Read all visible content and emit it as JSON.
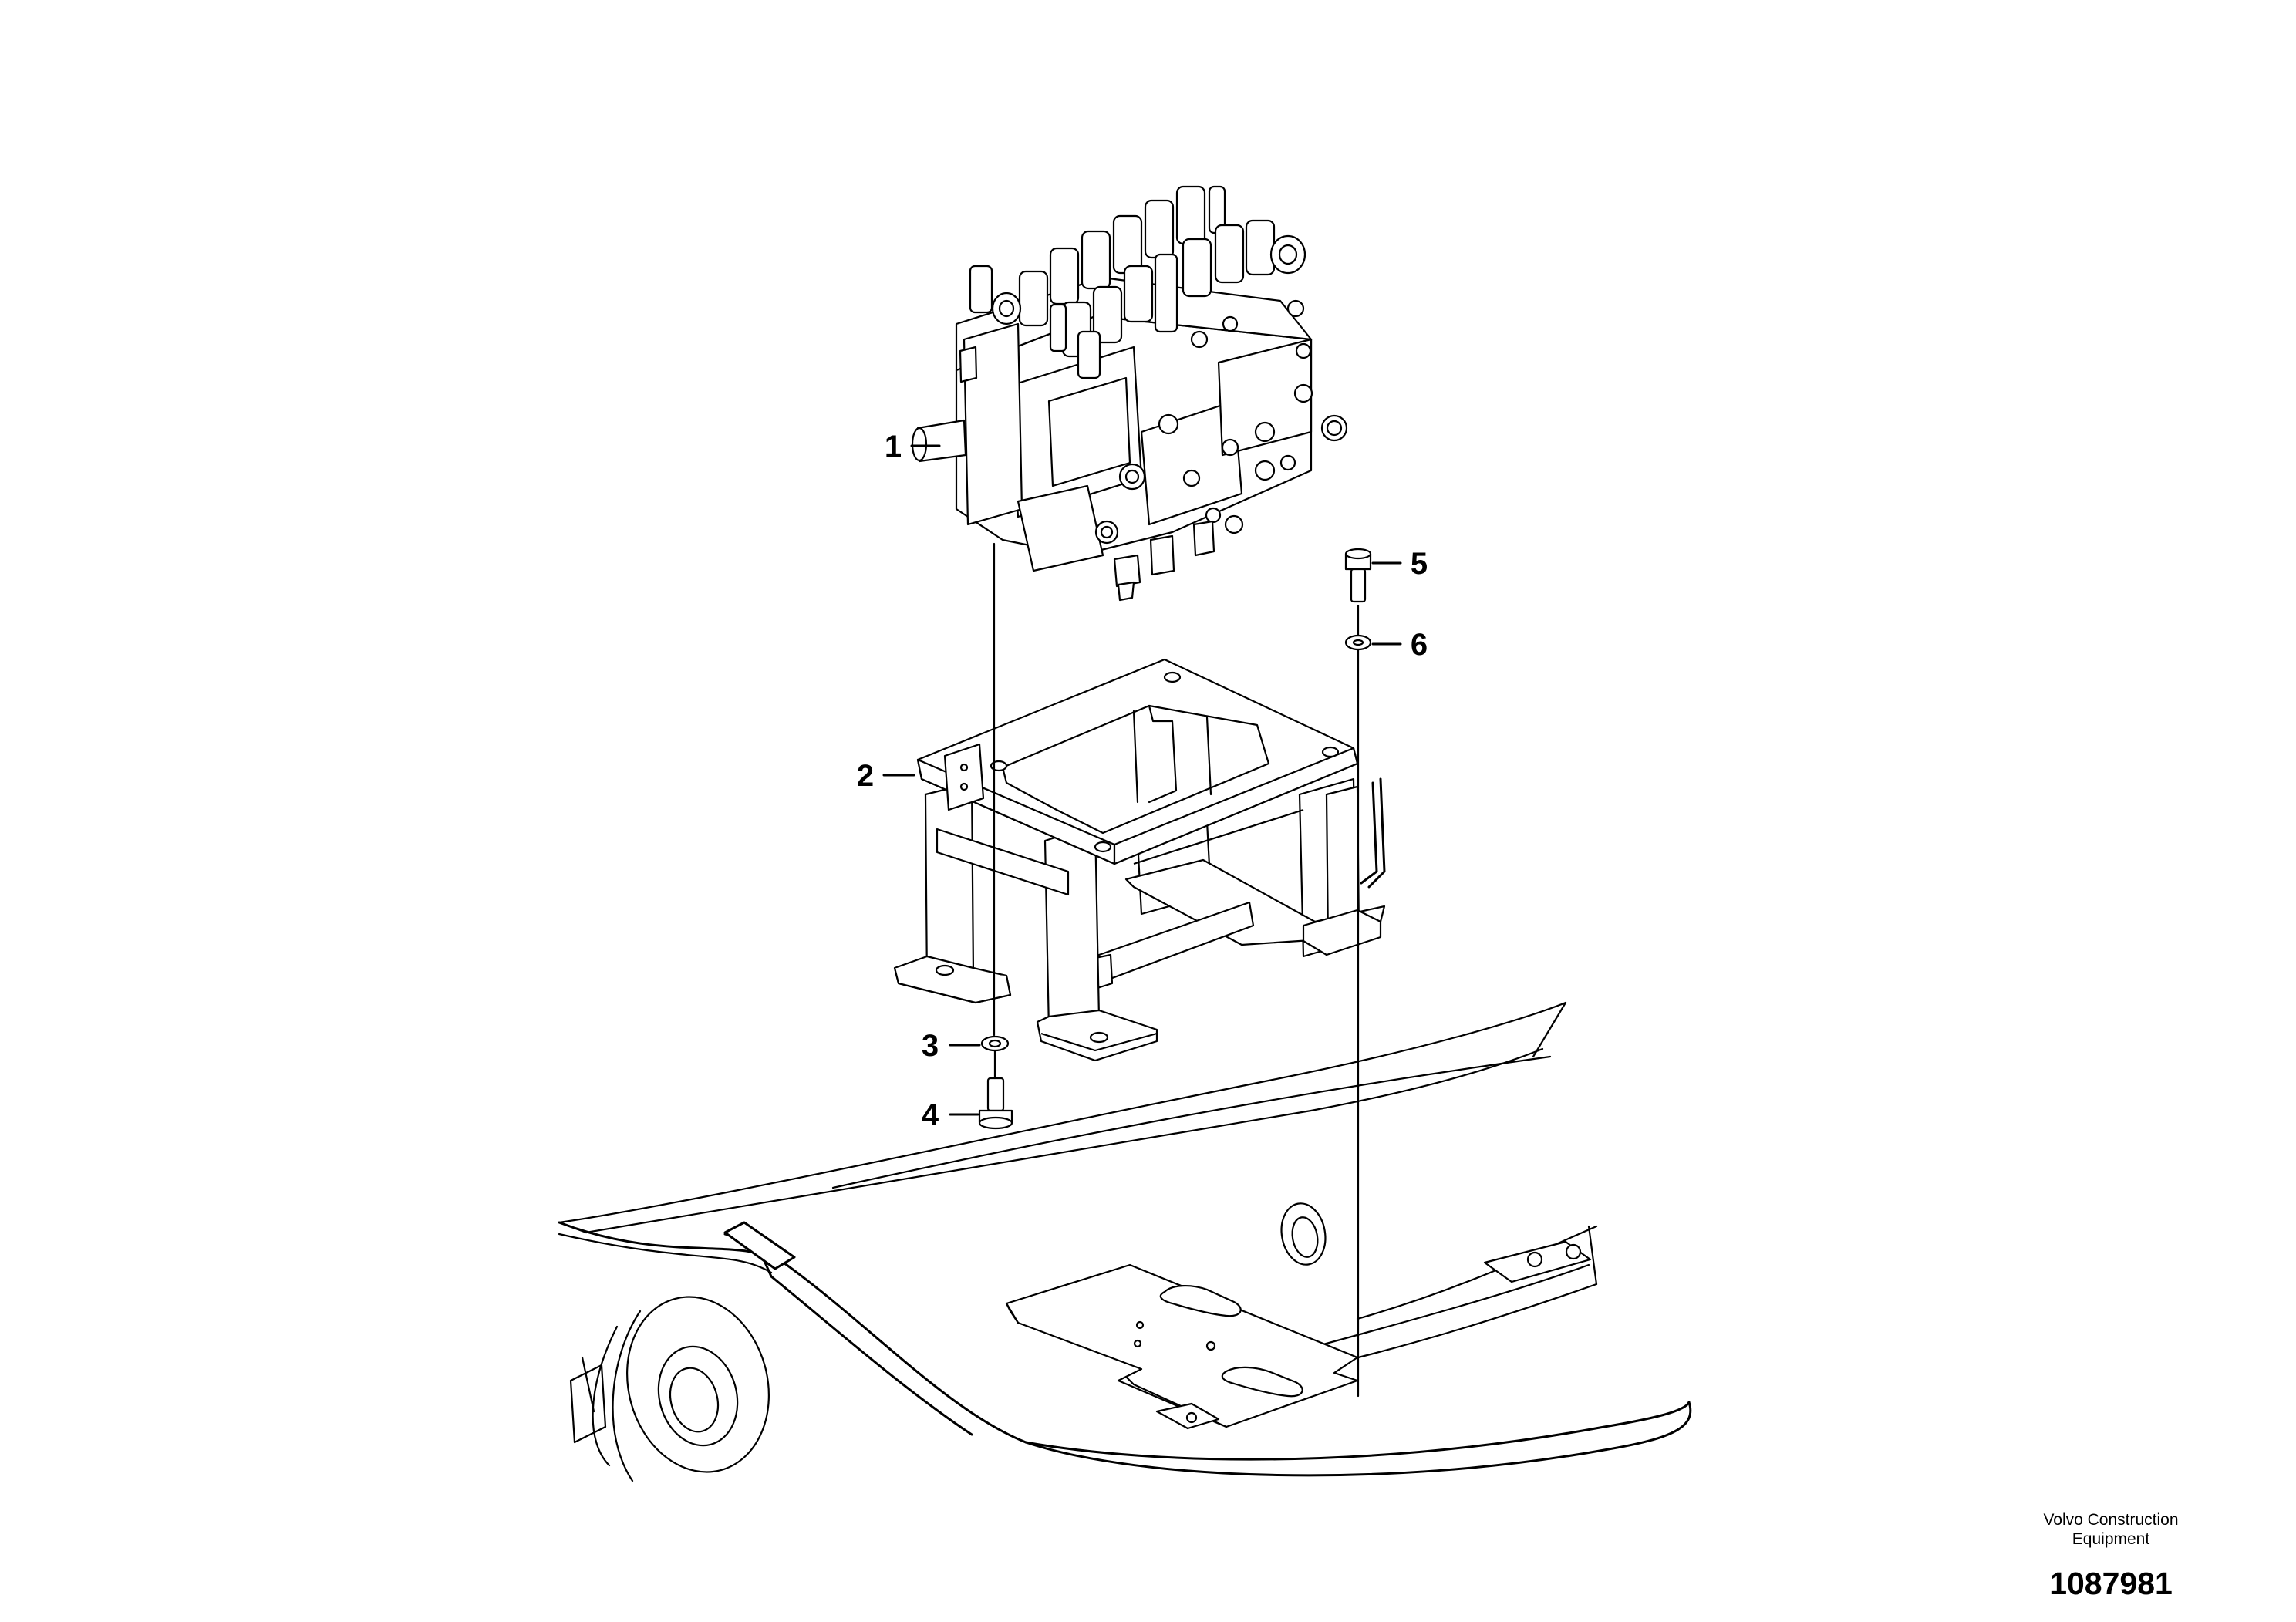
{
  "callouts": [
    {
      "id": "callout-1",
      "label": "1"
    },
    {
      "id": "callout-2",
      "label": "2"
    },
    {
      "id": "callout-3",
      "label": "3"
    },
    {
      "id": "callout-4",
      "label": "4"
    },
    {
      "id": "callout-5",
      "label": "5"
    },
    {
      "id": "callout-6",
      "label": "6"
    }
  ],
  "credit": {
    "line1": "Volvo Construction",
    "line2": "Equipment"
  },
  "drawing_number": "1087981"
}
